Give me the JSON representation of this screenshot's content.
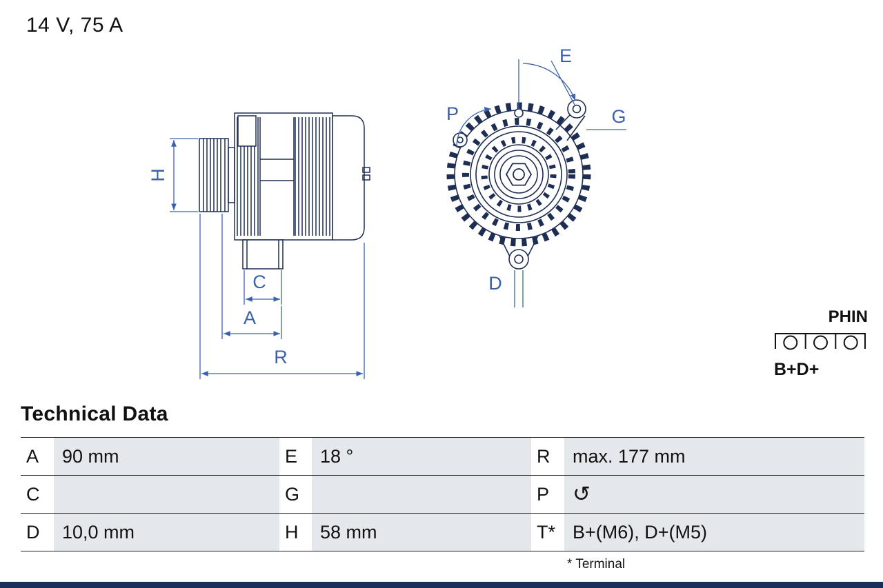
{
  "header": {
    "rating": "14 V, 75 A"
  },
  "drawing": {
    "line_color": "#1e2d52",
    "dimension_color": "#3a61aa",
    "dimension_labels": {
      "H": "H",
      "C": "C",
      "A": "A",
      "R": "R",
      "E": "E",
      "P": "P",
      "G": "G",
      "D": "D"
    }
  },
  "connector": {
    "type": "PHIN",
    "terminals": "B+D+",
    "pinout_icon": "three-terminal-connector-icon"
  },
  "technical_data": {
    "title": "Technical Data",
    "rows": [
      [
        {
          "k": "A",
          "v": "90 mm"
        },
        {
          "k": "E",
          "v": "18 °"
        },
        {
          "k": "R",
          "v": "max. 177 mm"
        }
      ],
      [
        {
          "k": "C",
          "v": ""
        },
        {
          "k": "G",
          "v": ""
        },
        {
          "k": "P",
          "v": "↺",
          "icon": "rotation-counterclockwise-icon"
        }
      ],
      [
        {
          "k": "D",
          "v": "10,0 mm"
        },
        {
          "k": "H",
          "v": "58 mm"
        },
        {
          "k": "T*",
          "v": "B+(M6), D+(M5)"
        }
      ]
    ],
    "footnote": "* Terminal"
  },
  "footer": {
    "bar_color": "#1b2d5b"
  }
}
